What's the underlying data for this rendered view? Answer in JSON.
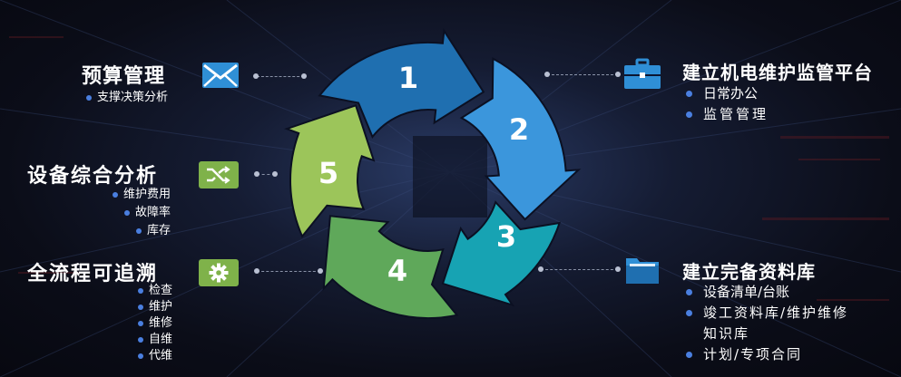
{
  "cycle": {
    "steps": [
      "1",
      "2",
      "3",
      "4",
      "5"
    ]
  },
  "left": {
    "budget": {
      "title": "预算管理",
      "items": [
        "支撑决策分析"
      ]
    },
    "analysis": {
      "title": "设备综合分析",
      "items": [
        "维护费用",
        "故障率",
        "库存"
      ]
    },
    "process": {
      "title": "全流程可追溯",
      "items": [
        "检查",
        "维护",
        "维修",
        "自维",
        "代维"
      ]
    }
  },
  "right": {
    "platform": {
      "title": "建立机电维护监管平台",
      "items": [
        "日常办公",
        "监管管理"
      ]
    },
    "library": {
      "title": "建立完备资料库",
      "items": [
        "设备清单/台账",
        "竣工资料库/维护维修",
        "知识库",
        "计划/专项合同"
      ]
    }
  },
  "colors": {
    "seg1": "#1f6fb0",
    "seg2": "#3b96dc",
    "seg3": "#17a3b3",
    "seg4": "#5fa85a",
    "seg5": "#9cc55a",
    "green_box": "#7fb24a",
    "blue_icon": "#2f8fd6"
  },
  "icons": [
    "envelope-icon",
    "shuffle-icon",
    "gear-icon",
    "briefcase-icon",
    "folder-icon"
  ]
}
